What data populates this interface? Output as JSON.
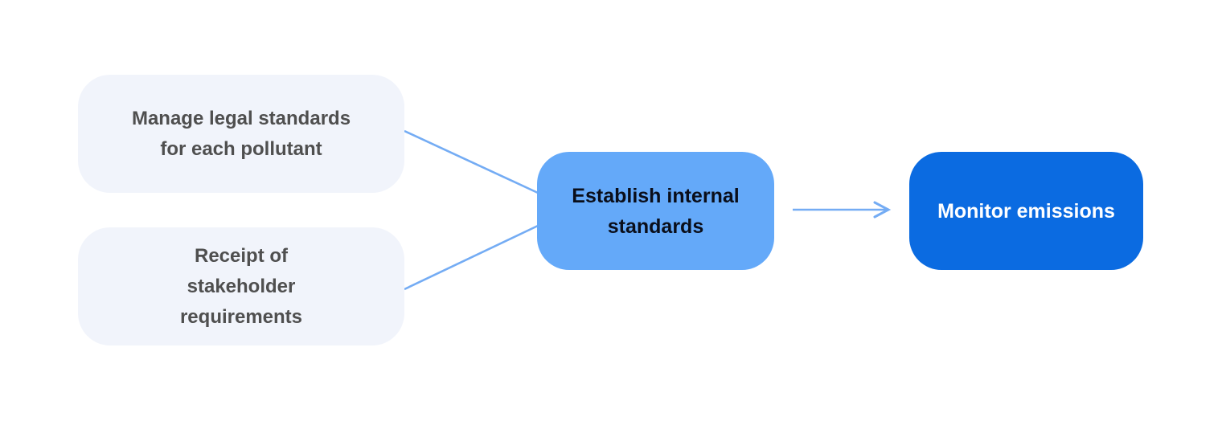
{
  "colors": {
    "background": "#ffffff",
    "input_box_bg": "#f1f4fb",
    "input_box_text": "#4f4f4f",
    "process_box_bg": "#64a9f9",
    "process_box_text": "#0a0e1a",
    "output_box_bg": "#0b6be1",
    "output_box_text": "#ffffff",
    "connector": "#74acf4"
  },
  "diagram": {
    "nodes": {
      "manage_legal": {
        "label": "Manage legal standards\nfor each pollutant"
      },
      "receipt": {
        "label": "Receipt of\nstakeholder\nrequirements"
      },
      "establish": {
        "label": "Establish internal\nstandards"
      },
      "monitor": {
        "label": "Monitor emissions"
      }
    },
    "edges": [
      {
        "from": "manage_legal",
        "to": "establish",
        "style": "line"
      },
      {
        "from": "receipt",
        "to": "establish",
        "style": "line"
      },
      {
        "from": "establish",
        "to": "monitor",
        "style": "arrow"
      }
    ]
  }
}
